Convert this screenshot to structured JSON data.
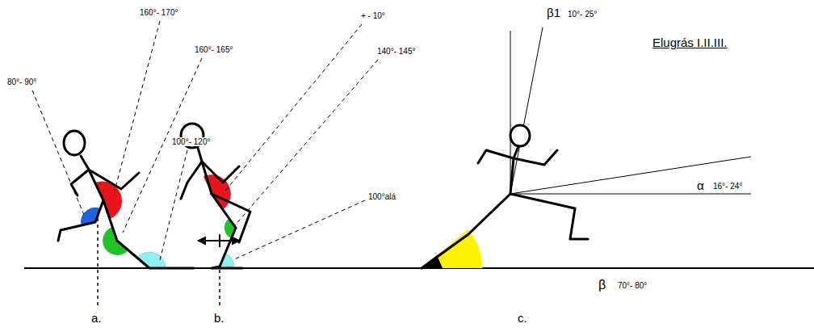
{
  "diagram": {
    "title": "Elugrás I.II.III.",
    "labels": [
      "160°- 170°",
      "160°- 165°",
      "80°- 90°",
      "100°- 120°",
      "+ - 10°",
      "140°- 145°",
      "100°alá",
      "β1",
      "10°- 25°",
      "α",
      "16°- 24°",
      "β",
      "70°- 80°",
      "a.",
      "b.",
      "c."
    ]
  }
}
